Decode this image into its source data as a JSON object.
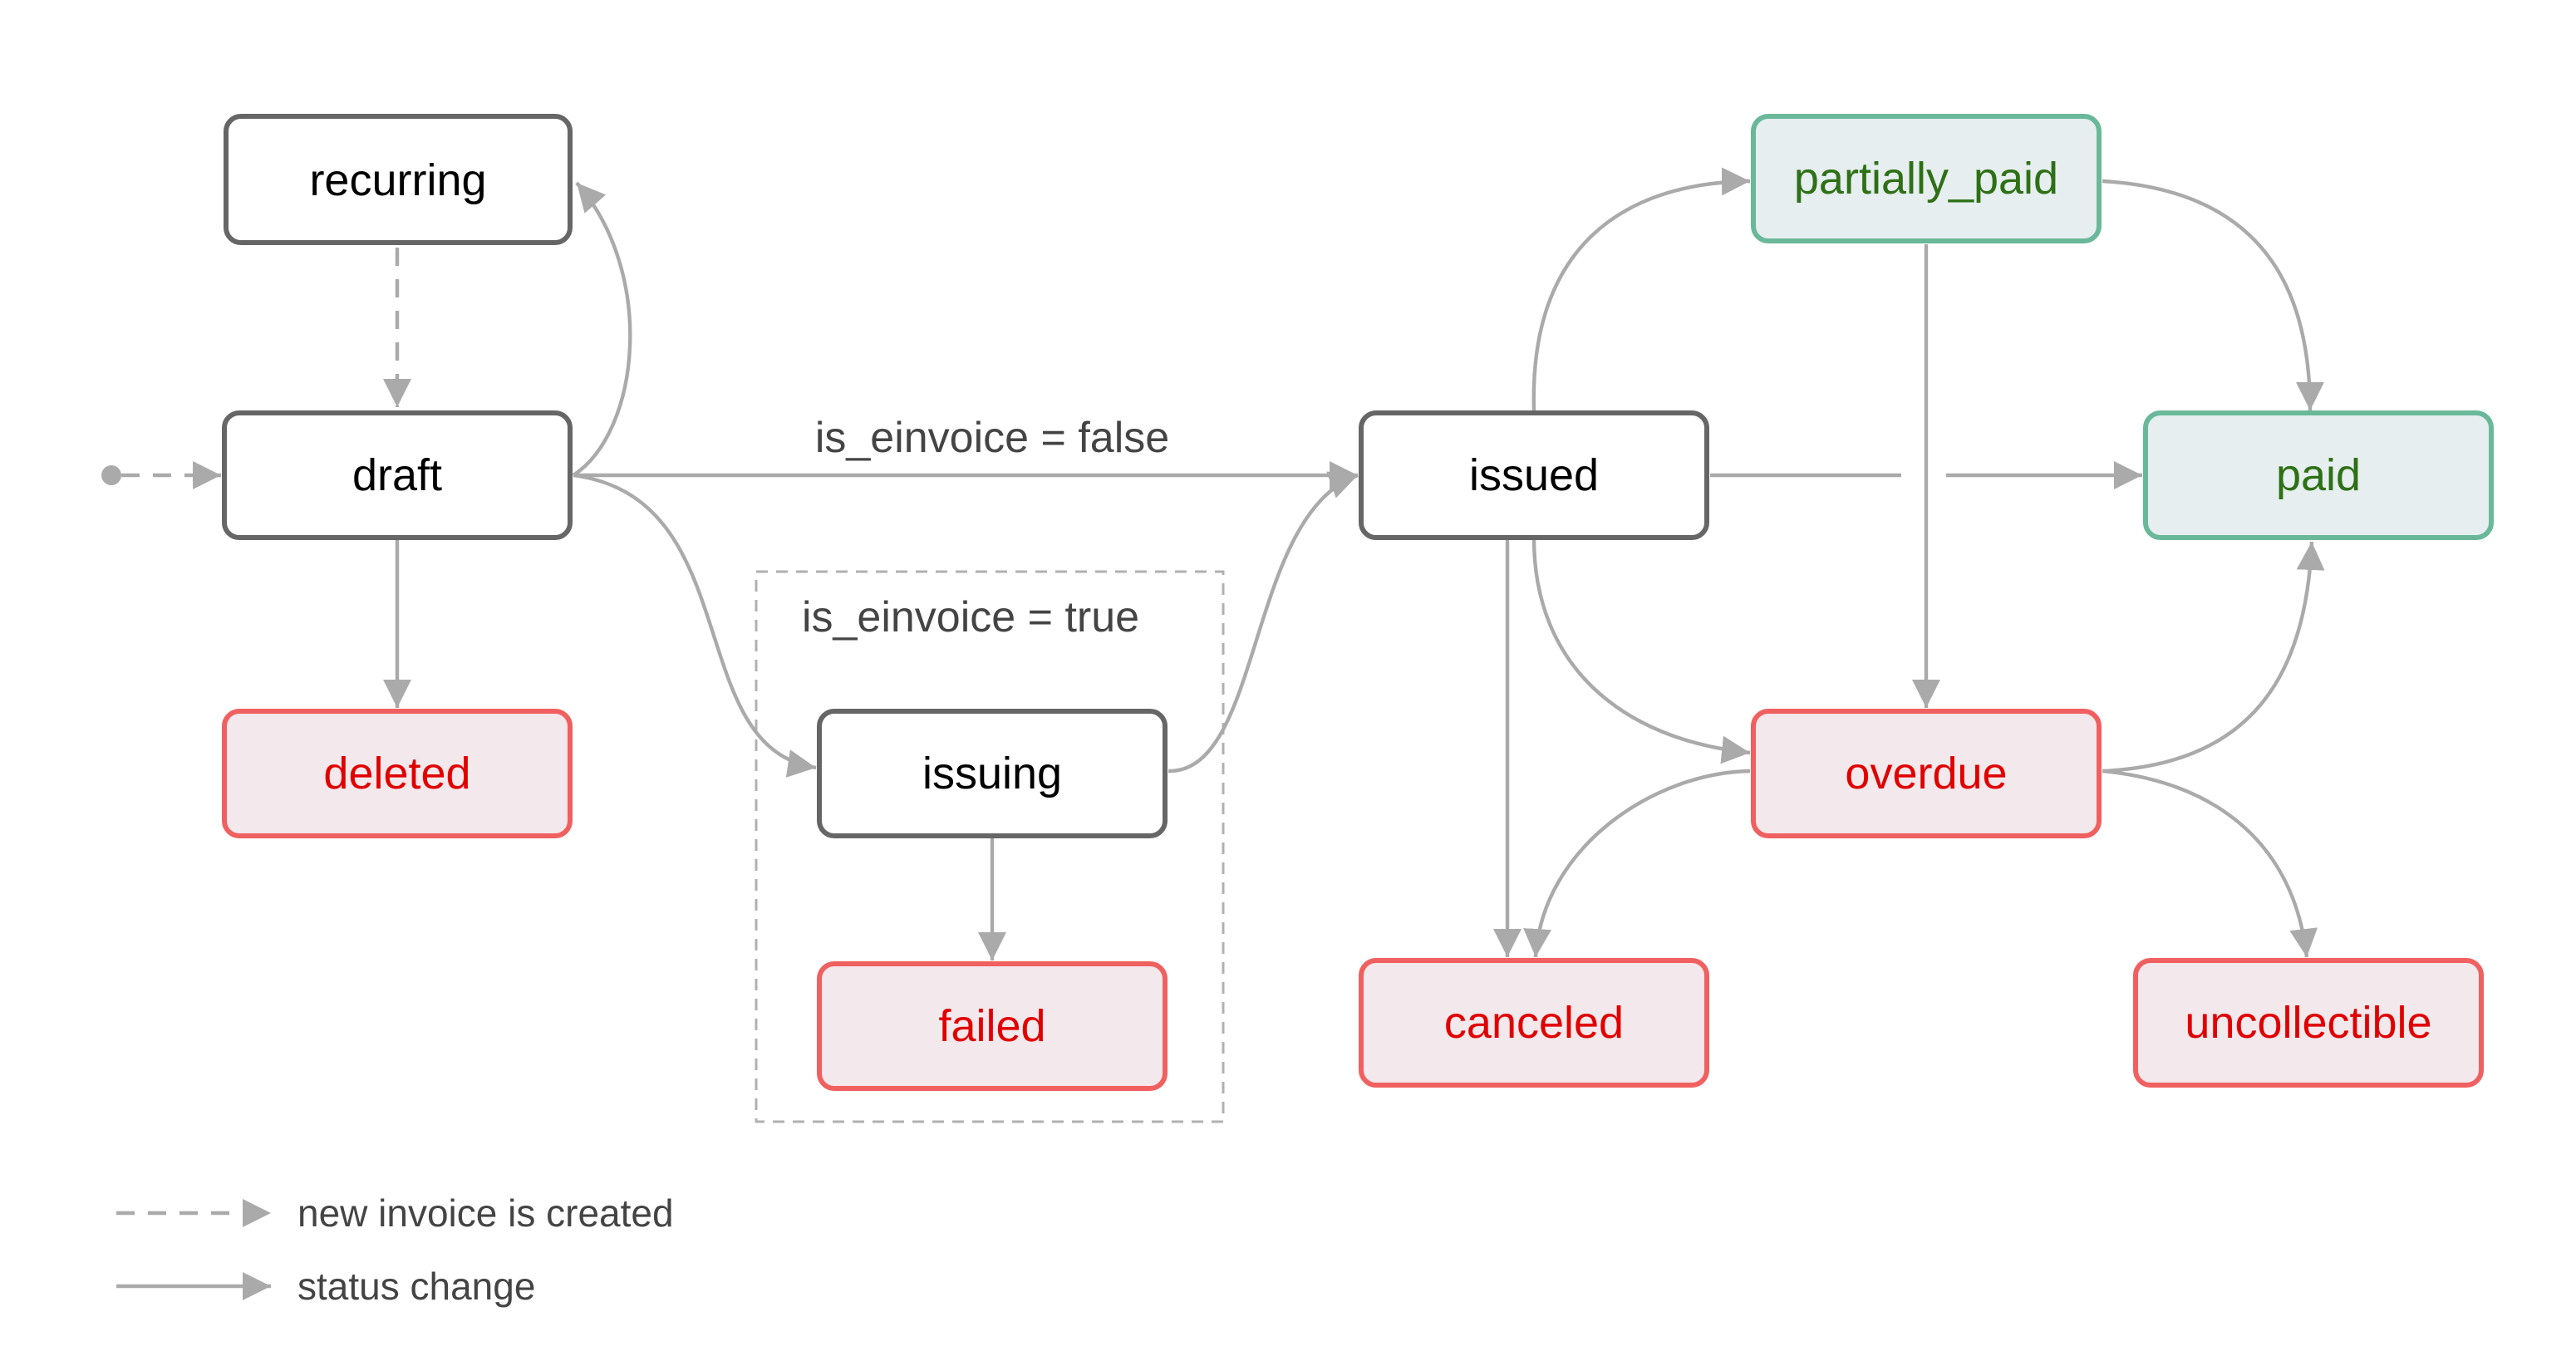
{
  "diagram": {
    "colors": {
      "edge": "#aaaaaa",
      "default_stroke": "#666666",
      "default_fill": "#ffffff",
      "default_text": "#000000",
      "error_stroke": "#f06060",
      "error_fill": "#f3e8eb",
      "error_text": "#e00000",
      "success_stroke": "#6ab89a",
      "success_fill": "#e6eeef",
      "success_text": "#2e7016"
    },
    "nodes": {
      "recurring": {
        "label": "recurring",
        "style": "default"
      },
      "draft": {
        "label": "draft",
        "style": "default"
      },
      "deleted": {
        "label": "deleted",
        "style": "error"
      },
      "issuing": {
        "label": "issuing",
        "style": "default"
      },
      "failed": {
        "label": "failed",
        "style": "error"
      },
      "issued": {
        "label": "issued",
        "style": "default"
      },
      "partially_paid": {
        "label": "partially_paid",
        "style": "success"
      },
      "paid": {
        "label": "paid",
        "style": "success"
      },
      "overdue": {
        "label": "overdue",
        "style": "error"
      },
      "canceled": {
        "label": "canceled",
        "style": "error"
      },
      "uncollectible": {
        "label": "uncollectible",
        "style": "error"
      }
    },
    "edge_labels": {
      "not_einvoice": "is_einvoice = false",
      "einvoice": "is_einvoice = true"
    },
    "legend": {
      "created": "new invoice is created",
      "status_change": "status change"
    }
  }
}
